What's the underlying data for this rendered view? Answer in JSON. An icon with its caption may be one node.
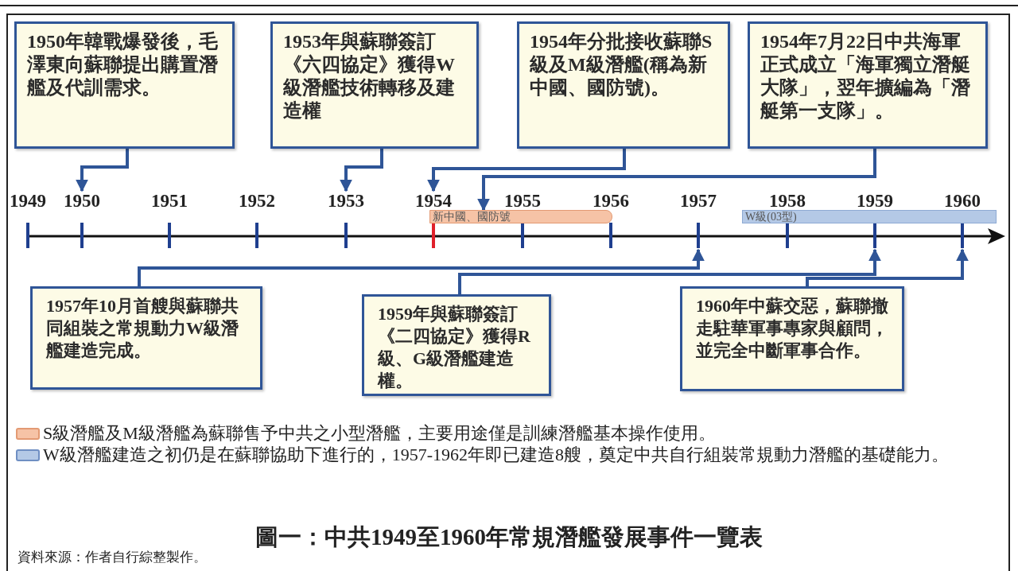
{
  "diagram": {
    "title": "圖一：中共1949至1960年常規潛艦發展事件一覽表",
    "nodes": [
      {
        "text": [
          "1950年韓戰爆發後，毛澤東向蘇聯提出購置潛艦及代訓需求。"
        ]
      },
      {
        "text": [
          "1953年與蘇聯簽訂《六四協定》獲得W級潛艦技術轉移及建造權"
        ]
      },
      {
        "text": [
          "1954年分批接收蘇聯S級及M級潛艦(稱為新中國、國防號)。"
        ]
      },
      {
        "text": [
          "1954年7月22日中共海軍正式成立「海軍獨立潛艇大隊」，翌年擴編為「潛艇第一支隊」。"
        ]
      },
      {
        "text": [
          "1949"
        ]
      },
      {
        "text": [
          "1950"
        ]
      },
      {
        "text": [
          "1951"
        ]
      },
      {
        "text": [
          "1952"
        ]
      },
      {
        "text": [
          "1953"
        ]
      },
      {
        "text": [
          "1954"
        ]
      },
      {
        "text": [
          "1955"
        ]
      },
      {
        "text": [
          "1956"
        ]
      },
      {
        "text": [
          "1957"
        ]
      },
      {
        "text": [
          "1958"
        ]
      },
      {
        "text": [
          "1959"
        ]
      },
      {
        "text": [
          "1960"
        ]
      },
      {
        "text": [],
        "shape": "arrow"
      },
      {
        "text": [
          "新中國、國防號"
        ]
      },
      {
        "text": [
          "W級(03型)"
        ]
      },
      {
        "text": [
          "1957年10月首艘與蘇聯共同組裝之常規動力W級潛艦建造完成。"
        ]
      },
      {
        "text": [
          "1959年與蘇聯簽訂《二四協定》獲得R級、G級潛艦建造權。"
        ]
      },
      {
        "text": [
          "1960年中蘇交惡，蘇聯撤走駐華軍事專家與顧問，並完全中斷軍事合作。"
        ]
      }
    ],
    "edges": [
      {
        "from": 0,
        "to": 5,
        "arrow": "to"
      },
      {
        "from": 1,
        "to": 8,
        "arrow": "to"
      },
      {
        "from": 2,
        "to": 9,
        "arrow": "to"
      },
      {
        "from": 3,
        "to": 17,
        "arrow": "to"
      },
      {
        "from": 19,
        "to": 16,
        "arrow": "to"
      },
      {
        "from": 20,
        "to": 16,
        "arrow": "to"
      },
      {
        "from": 21,
        "to": 16,
        "arrow": "to"
      }
    ],
    "labels": [
      "資料來源：作者自行綜整製作。"
    ],
    "legend": [
      {
        "text": "S級潛艦及M級潛艦為蘇聯售予中共之小型潛艦，主要用途僅是訓練潛艦基本操作使用。",
        "color": "#f6c3a6"
      },
      {
        "text": "W級潛艦建造之初仍是在蘇聯協助下進行的，1957-1962年即已建造8艘，奠定中共自行組裝常規動力潛艦的基礎能力。",
        "color": "#b4c9e6"
      }
    ]
  }
}
